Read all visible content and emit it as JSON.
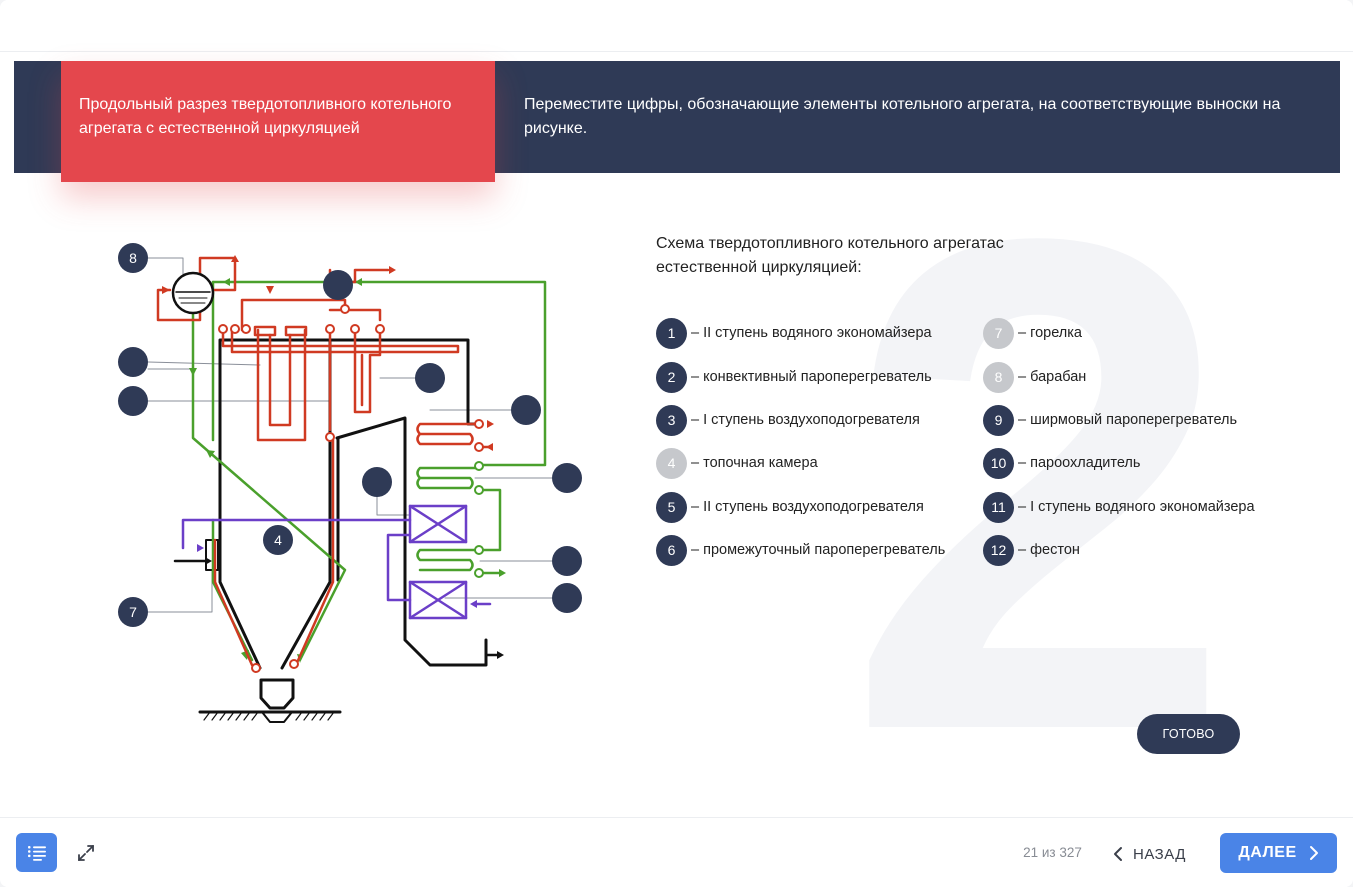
{
  "header": {
    "title": "Продольный разрез твердотопливного котельного агрегата с естественной циркуляцией",
    "instruction": "Переместите цифры, обозначающие элементы котельного агрегата, на соответствующие выноски на рисунке."
  },
  "background_number": "2",
  "scheme": {
    "title": "Схема твердотопливного котельного агрегатас естественной циркуляцией:"
  },
  "legend": [
    {
      "num": "1",
      "text": "– II ступень водяного экономайзера",
      "used": false
    },
    {
      "num": "2",
      "text": "– конвективный пароперегреватель",
      "used": false
    },
    {
      "num": "3",
      "text": "– I ступень воздухоподогревателя",
      "used": false
    },
    {
      "num": "4",
      "text": "– топочная камера",
      "used": true
    },
    {
      "num": "5",
      "text": "– II ступень воздухоподогревателя",
      "used": false
    },
    {
      "num": "6",
      "text": "– промежуточный пароперегреватель",
      "used": false
    },
    {
      "num": "7",
      "text": "– горелка",
      "used": true
    },
    {
      "num": "8",
      "text": "– барабан",
      "used": true
    },
    {
      "num": "9",
      "text": "– ширмовый пароперегреватель",
      "used": false
    },
    {
      "num": "10",
      "text": "– пароохладитель",
      "used": false
    },
    {
      "num": "11",
      "text": "– I ступень водяного экономайзера",
      "used": false
    },
    {
      "num": "12",
      "text": "– фестон",
      "used": false
    }
  ],
  "diagram": {
    "placed_labels": {
      "drum": "8",
      "furnace": "4",
      "burner": "7"
    }
  },
  "buttons": {
    "ready": "ГОТОВО",
    "back": "НАЗАД",
    "next": "ДАЛЕЕ"
  },
  "pager": {
    "counter": "21 из 327"
  },
  "colors": {
    "header_bg": "#2f3a56",
    "title_bg": "#e4474d",
    "accent": "#4a84e7",
    "pipe_red": "#d03a22",
    "pipe_green": "#4aa02c",
    "pipe_purple": "#6b3fc8"
  },
  "icons": {
    "menu": "list-icon",
    "expand": "expand-icon",
    "back": "chevron-left-icon",
    "next": "chevron-right-icon"
  }
}
